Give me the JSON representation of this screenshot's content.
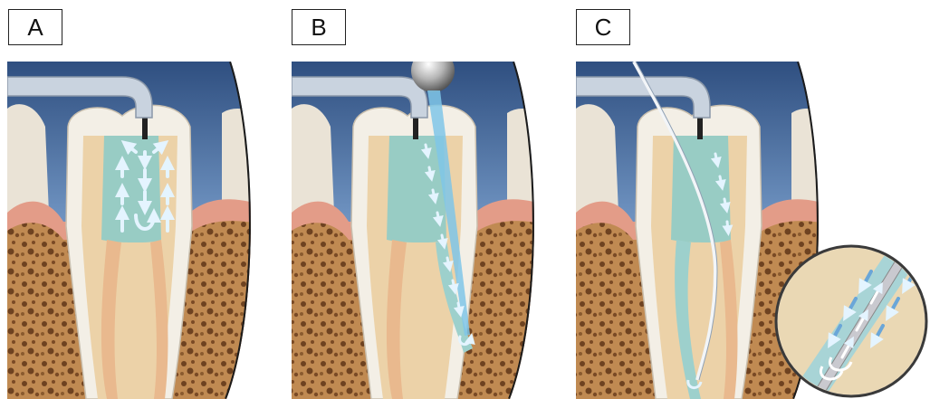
{
  "panels": [
    {
      "id": "A"
    },
    {
      "id": "B"
    },
    {
      "id": "C"
    }
  ],
  "colors": {
    "background_blue": "#4d73a6",
    "enamel": "#f3efe6",
    "dentin": "#ecd7b6",
    "pulp_fluid": "#8ec9c4",
    "gum": "#e29a86",
    "bone": "#b9824a",
    "arrow": "#dff3ff"
  }
}
